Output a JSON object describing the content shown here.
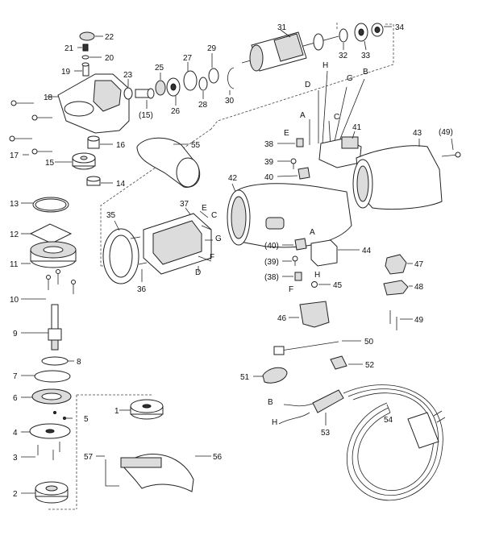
{
  "labels": {
    "p1": "1",
    "p2": "2",
    "p3": "3",
    "p4": "4",
    "p5": "5",
    "p6": "6",
    "p7": "7",
    "p8": "8",
    "p9": "9",
    "p10": "10",
    "p11": "11",
    "p12": "12",
    "p13": "13",
    "p14": "14",
    "p15": "15",
    "p15b": "(15)",
    "p16": "16",
    "p17": "17",
    "p18": "18",
    "p19": "19",
    "p20": "20",
    "p21": "21",
    "p22": "22",
    "p23": "23",
    "p25": "25",
    "p26": "26",
    "p27": "27",
    "p28": "28",
    "p29": "29",
    "p30": "30",
    "p31": "31",
    "p32": "32",
    "p33": "33",
    "p34": "34",
    "p35": "35",
    "p36": "36",
    "p37": "37",
    "p38": "38",
    "p38b": "(38)",
    "p39": "39",
    "p39b": "(39)",
    "p40": "40",
    "p40b": "(40)",
    "p41": "41",
    "p42": "42",
    "p43": "43",
    "p44": "44",
    "p45": "45",
    "p46": "46",
    "p47": "47",
    "p48": "48",
    "p49": "49",
    "p49b": "(49)",
    "p50": "50",
    "p51": "51",
    "p52": "52",
    "p53": "53",
    "p54": "54",
    "p55": "55",
    "p56": "56",
    "p57": "57"
  },
  "wire_letters": {
    "a1": "A",
    "b1": "B",
    "c1": "C",
    "d1": "D",
    "e1": "E",
    "g1": "G",
    "h1": "H",
    "e2": "E",
    "c2": "C",
    "g2": "G",
    "f2": "F",
    "d2": "D",
    "a3": "A",
    "f3": "F",
    "h3": "H",
    "b4": "B",
    "h4": "H"
  }
}
